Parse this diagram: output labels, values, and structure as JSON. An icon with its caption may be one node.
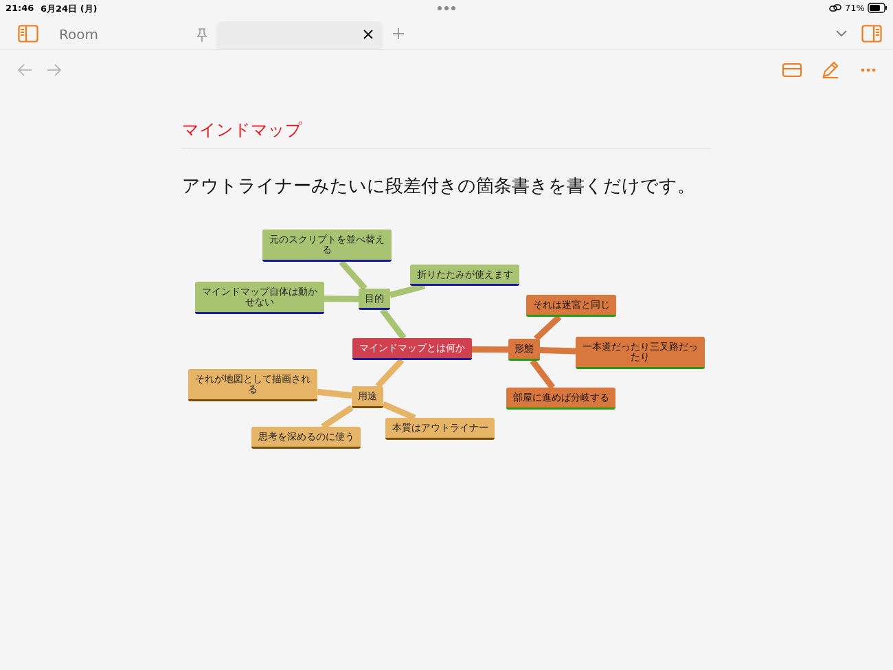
{
  "diagram": {
    "title": "マインドマップ",
    "nodes": [
      {
        "text": [
          "マインドマップとは何か"
        ]
      },
      {
        "text": [
          "目的"
        ]
      },
      {
        "text": [
          "元のスクリプトを並べ替える"
        ]
      },
      {
        "text": [
          "折りたたみが使えます"
        ]
      },
      {
        "text": [
          "マインドマップ自体は動かせない"
        ]
      },
      {
        "text": [
          "形態"
        ]
      },
      {
        "text": [
          "それは迷宮と同じ"
        ]
      },
      {
        "text": [
          "一本道だったり三叉路だったり"
        ]
      },
      {
        "text": [
          "部屋に進めば分岐する"
        ]
      },
      {
        "text": [
          "用途"
        ]
      },
      {
        "text": [
          "それが地図として描画される"
        ]
      },
      {
        "text": [
          "思考を深めるのに使う"
        ]
      },
      {
        "text": [
          "本質はアウトライナー"
        ]
      }
    ],
    "edges": [
      {
        "from": 0,
        "to": 1,
        "arrow": "none",
        "color": "#a8c472"
      },
      {
        "from": 1,
        "to": 2,
        "arrow": "none",
        "color": "#a8c472"
      },
      {
        "from": 1,
        "to": 3,
        "arrow": "none",
        "color": "#a8c472"
      },
      {
        "from": 1,
        "to": 4,
        "arrow": "none",
        "color": "#a8c472"
      },
      {
        "from": 0,
        "to": 5,
        "arrow": "none",
        "color": "#d8773e"
      },
      {
        "from": 5,
        "to": 6,
        "arrow": "none",
        "color": "#d8773e"
      },
      {
        "from": 5,
        "to": 7,
        "arrow": "none",
        "color": "#d8773e"
      },
      {
        "from": 5,
        "to": 8,
        "arrow": "none",
        "color": "#d8773e"
      },
      {
        "from": 0,
        "to": 9,
        "arrow": "none",
        "color": "#e6b466"
      },
      {
        "from": 9,
        "to": 10,
        "arrow": "none",
        "color": "#e6b466"
      },
      {
        "from": 9,
        "to": 11,
        "arrow": "none",
        "color": "#e6b466"
      },
      {
        "from": 9,
        "to": 12,
        "arrow": "none",
        "color": "#e6b466"
      }
    ],
    "labels": [
      "21:46",
      "6月24日 (月)",
      "71%",
      "Room",
      "アウトライナーみたいに段差付きの箇条書きを書くだけです。"
    ]
  }
}
